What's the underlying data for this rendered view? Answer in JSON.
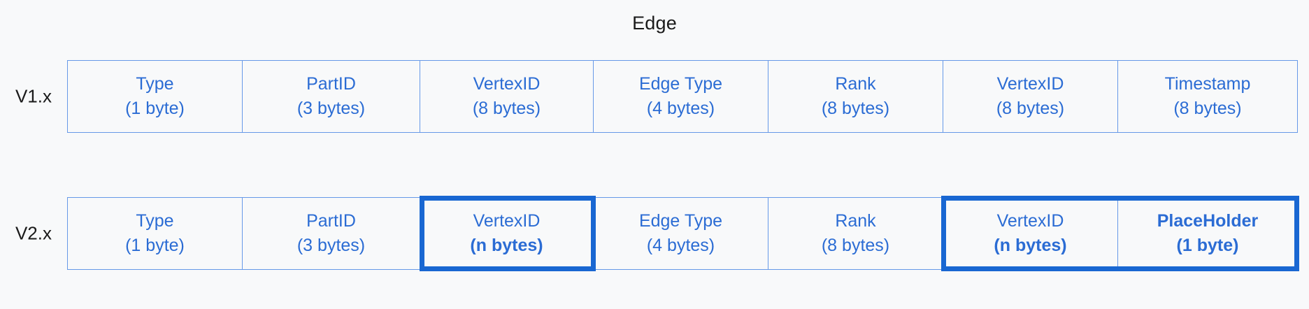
{
  "title": "Edge",
  "accent_color": "#2b6cd4",
  "highlight_color": "#1967d2",
  "border_color": "#6699e8",
  "background_color": "#f8f9fa",
  "rows": [
    {
      "label": "V1.x",
      "cells": [
        {
          "name": "Type",
          "size": "(1 byte)"
        },
        {
          "name": "PartID",
          "size": "(3 bytes)"
        },
        {
          "name": "VertexID",
          "size": "(8 bytes)"
        },
        {
          "name": "Edge Type",
          "size": "(4 bytes)"
        },
        {
          "name": "Rank",
          "size": "(8 bytes)"
        },
        {
          "name": "VertexID",
          "size": "(8 bytes)"
        },
        {
          "name": "Timestamp",
          "size": "(8 bytes)"
        }
      ]
    },
    {
      "label": "V2.x",
      "cells": [
        {
          "name": "Type",
          "size": "(1 byte)"
        },
        {
          "name": "PartID",
          "size": "(3 bytes)"
        },
        {
          "name": "VertexID",
          "size": "(n bytes)"
        },
        {
          "name": "Edge Type",
          "size": "(4 bytes)"
        },
        {
          "name": "Rank",
          "size": "(8 bytes)"
        },
        {
          "name": "VertexID",
          "size": "(n bytes)"
        },
        {
          "name": "PlaceHolder",
          "size": "(1 byte)"
        }
      ]
    }
  ]
}
